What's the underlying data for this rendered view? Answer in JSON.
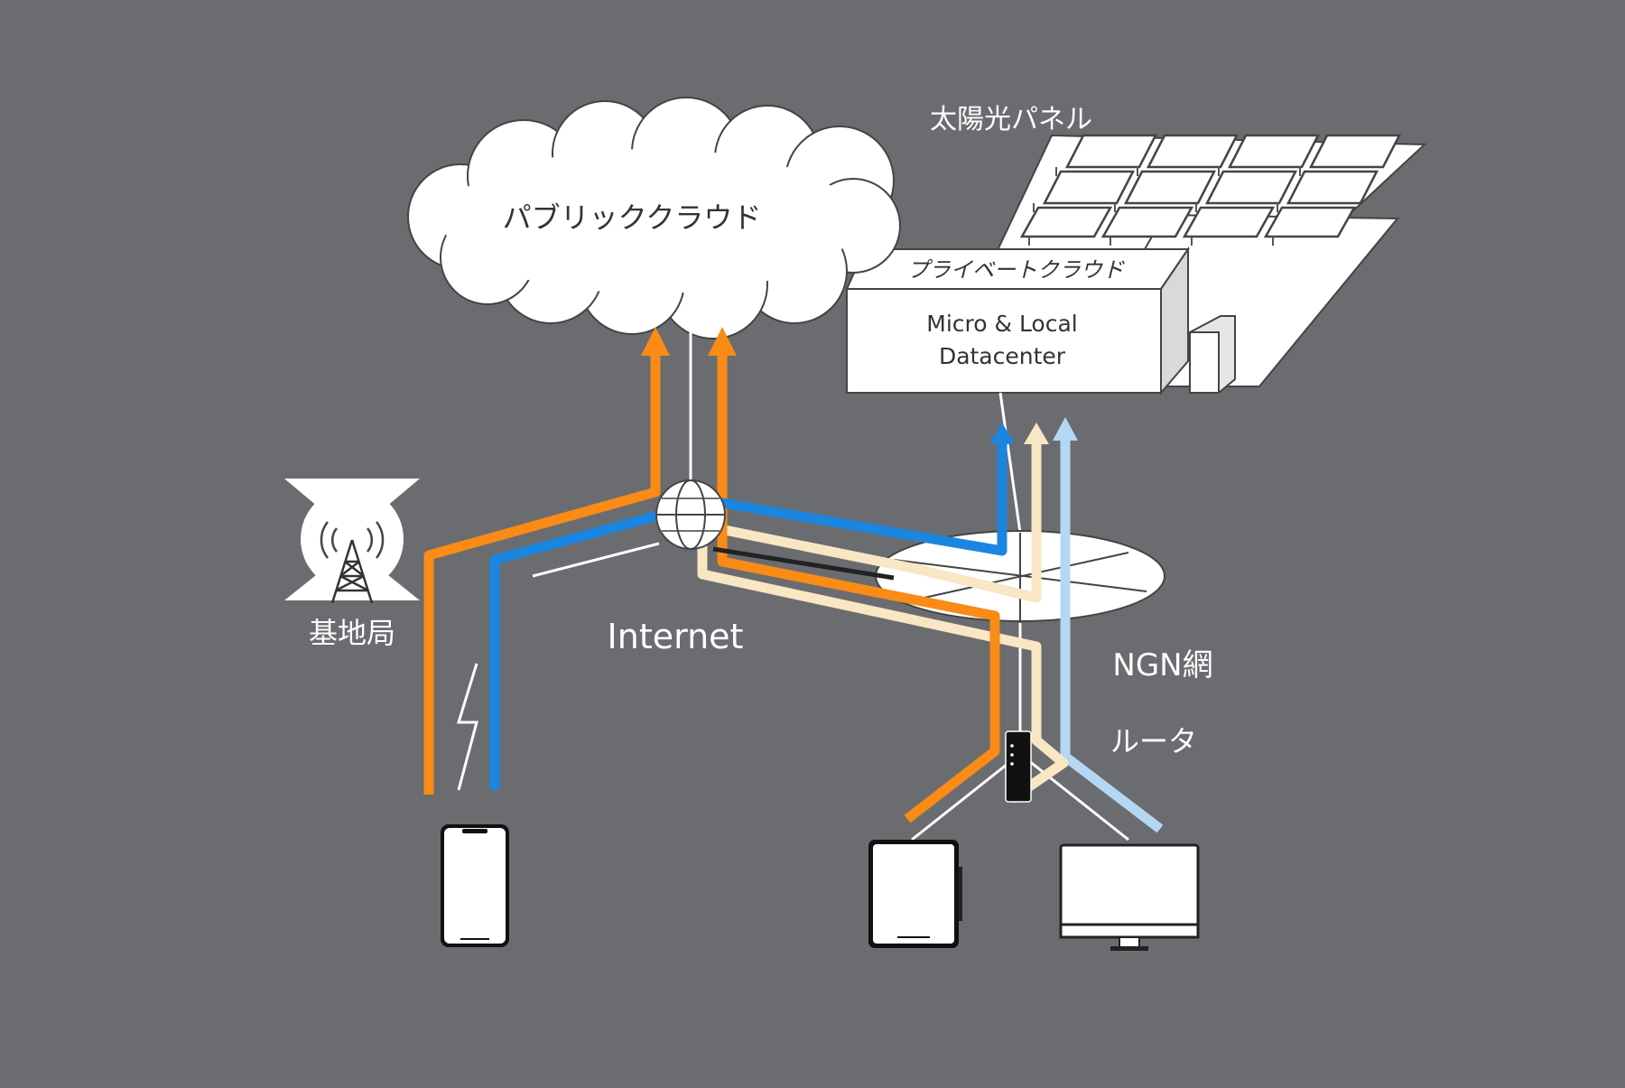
{
  "labels": {
    "public_cloud": "パブリッククラウド",
    "solar_panel": "太陽光パネル",
    "private_cloud": "プライベートクラウド",
    "datacenter_line1": "Micro & Local",
    "datacenter_line2": "Datacenter",
    "base_station": "基地局",
    "internet": "Internet",
    "ngn": "NGN網",
    "router": "ルータ"
  },
  "colors": {
    "background": "#6b6c70",
    "orange": "#f98b16",
    "blue": "#1a86e0",
    "cream": "#f8e6c4",
    "light_blue": "#b4d7f3",
    "white": "#ffffff",
    "outline": "#333333"
  },
  "icons": {
    "cloud": "cloud-icon",
    "solar": "solar-panel-icon",
    "datacenter": "datacenter-building-icon",
    "tower": "cell-tower-icon",
    "globe": "internet-globe-icon",
    "ngn": "ngn-network-icon",
    "router": "router-icon",
    "phone": "smartphone-icon",
    "tablet": "tablet-icon",
    "monitor": "monitor-icon",
    "wireless": "lightning-wireless-icon"
  }
}
